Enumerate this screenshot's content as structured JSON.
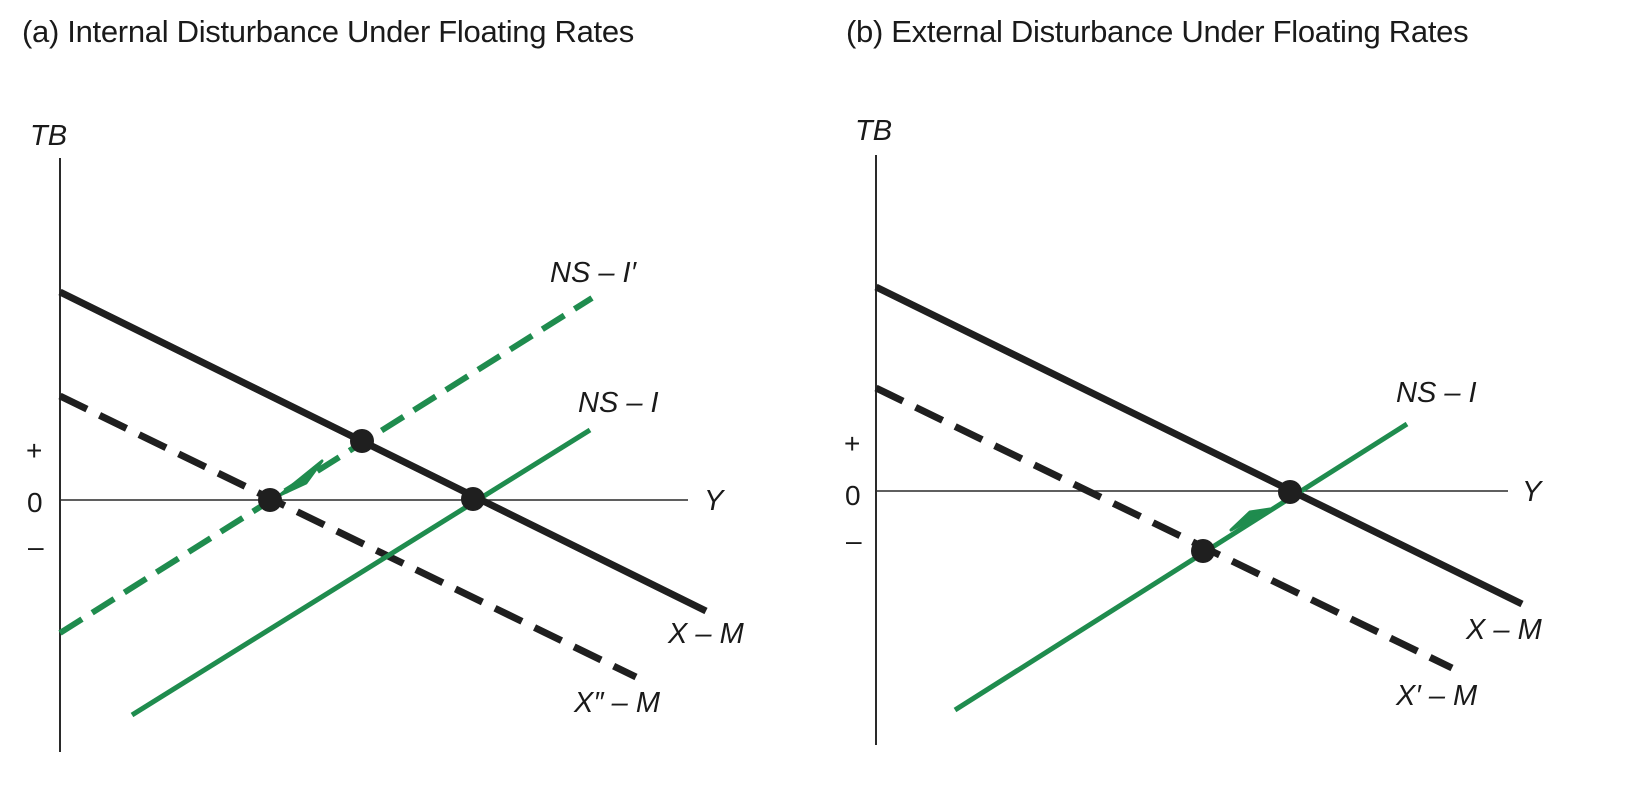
{
  "panels": [
    {
      "id": "a",
      "title": "(a) Internal Disturbance Under Floating Rates",
      "y_axis_label": "TB",
      "x_axis_label": "Y",
      "signs": {
        "plus": "+",
        "zero": "0",
        "minus": "–"
      },
      "line_labels": {
        "ns_shifted": "NS – I′",
        "ns": "NS – I",
        "xm": "X – M",
        "xm_shifted": "X″ – M"
      }
    },
    {
      "id": "b",
      "title": "(b) External Disturbance Under Floating Rates",
      "y_axis_label": "TB",
      "x_axis_label": "Y",
      "signs": {
        "plus": "+",
        "zero": "0",
        "minus": "–"
      },
      "line_labels": {
        "ns": "NS – I",
        "xm": "X – M",
        "xm_shifted": "X′ – M"
      }
    }
  ],
  "colors": {
    "green": "#1f8c4e",
    "black": "#1f1f1f",
    "axis": "#2a2a2a"
  }
}
